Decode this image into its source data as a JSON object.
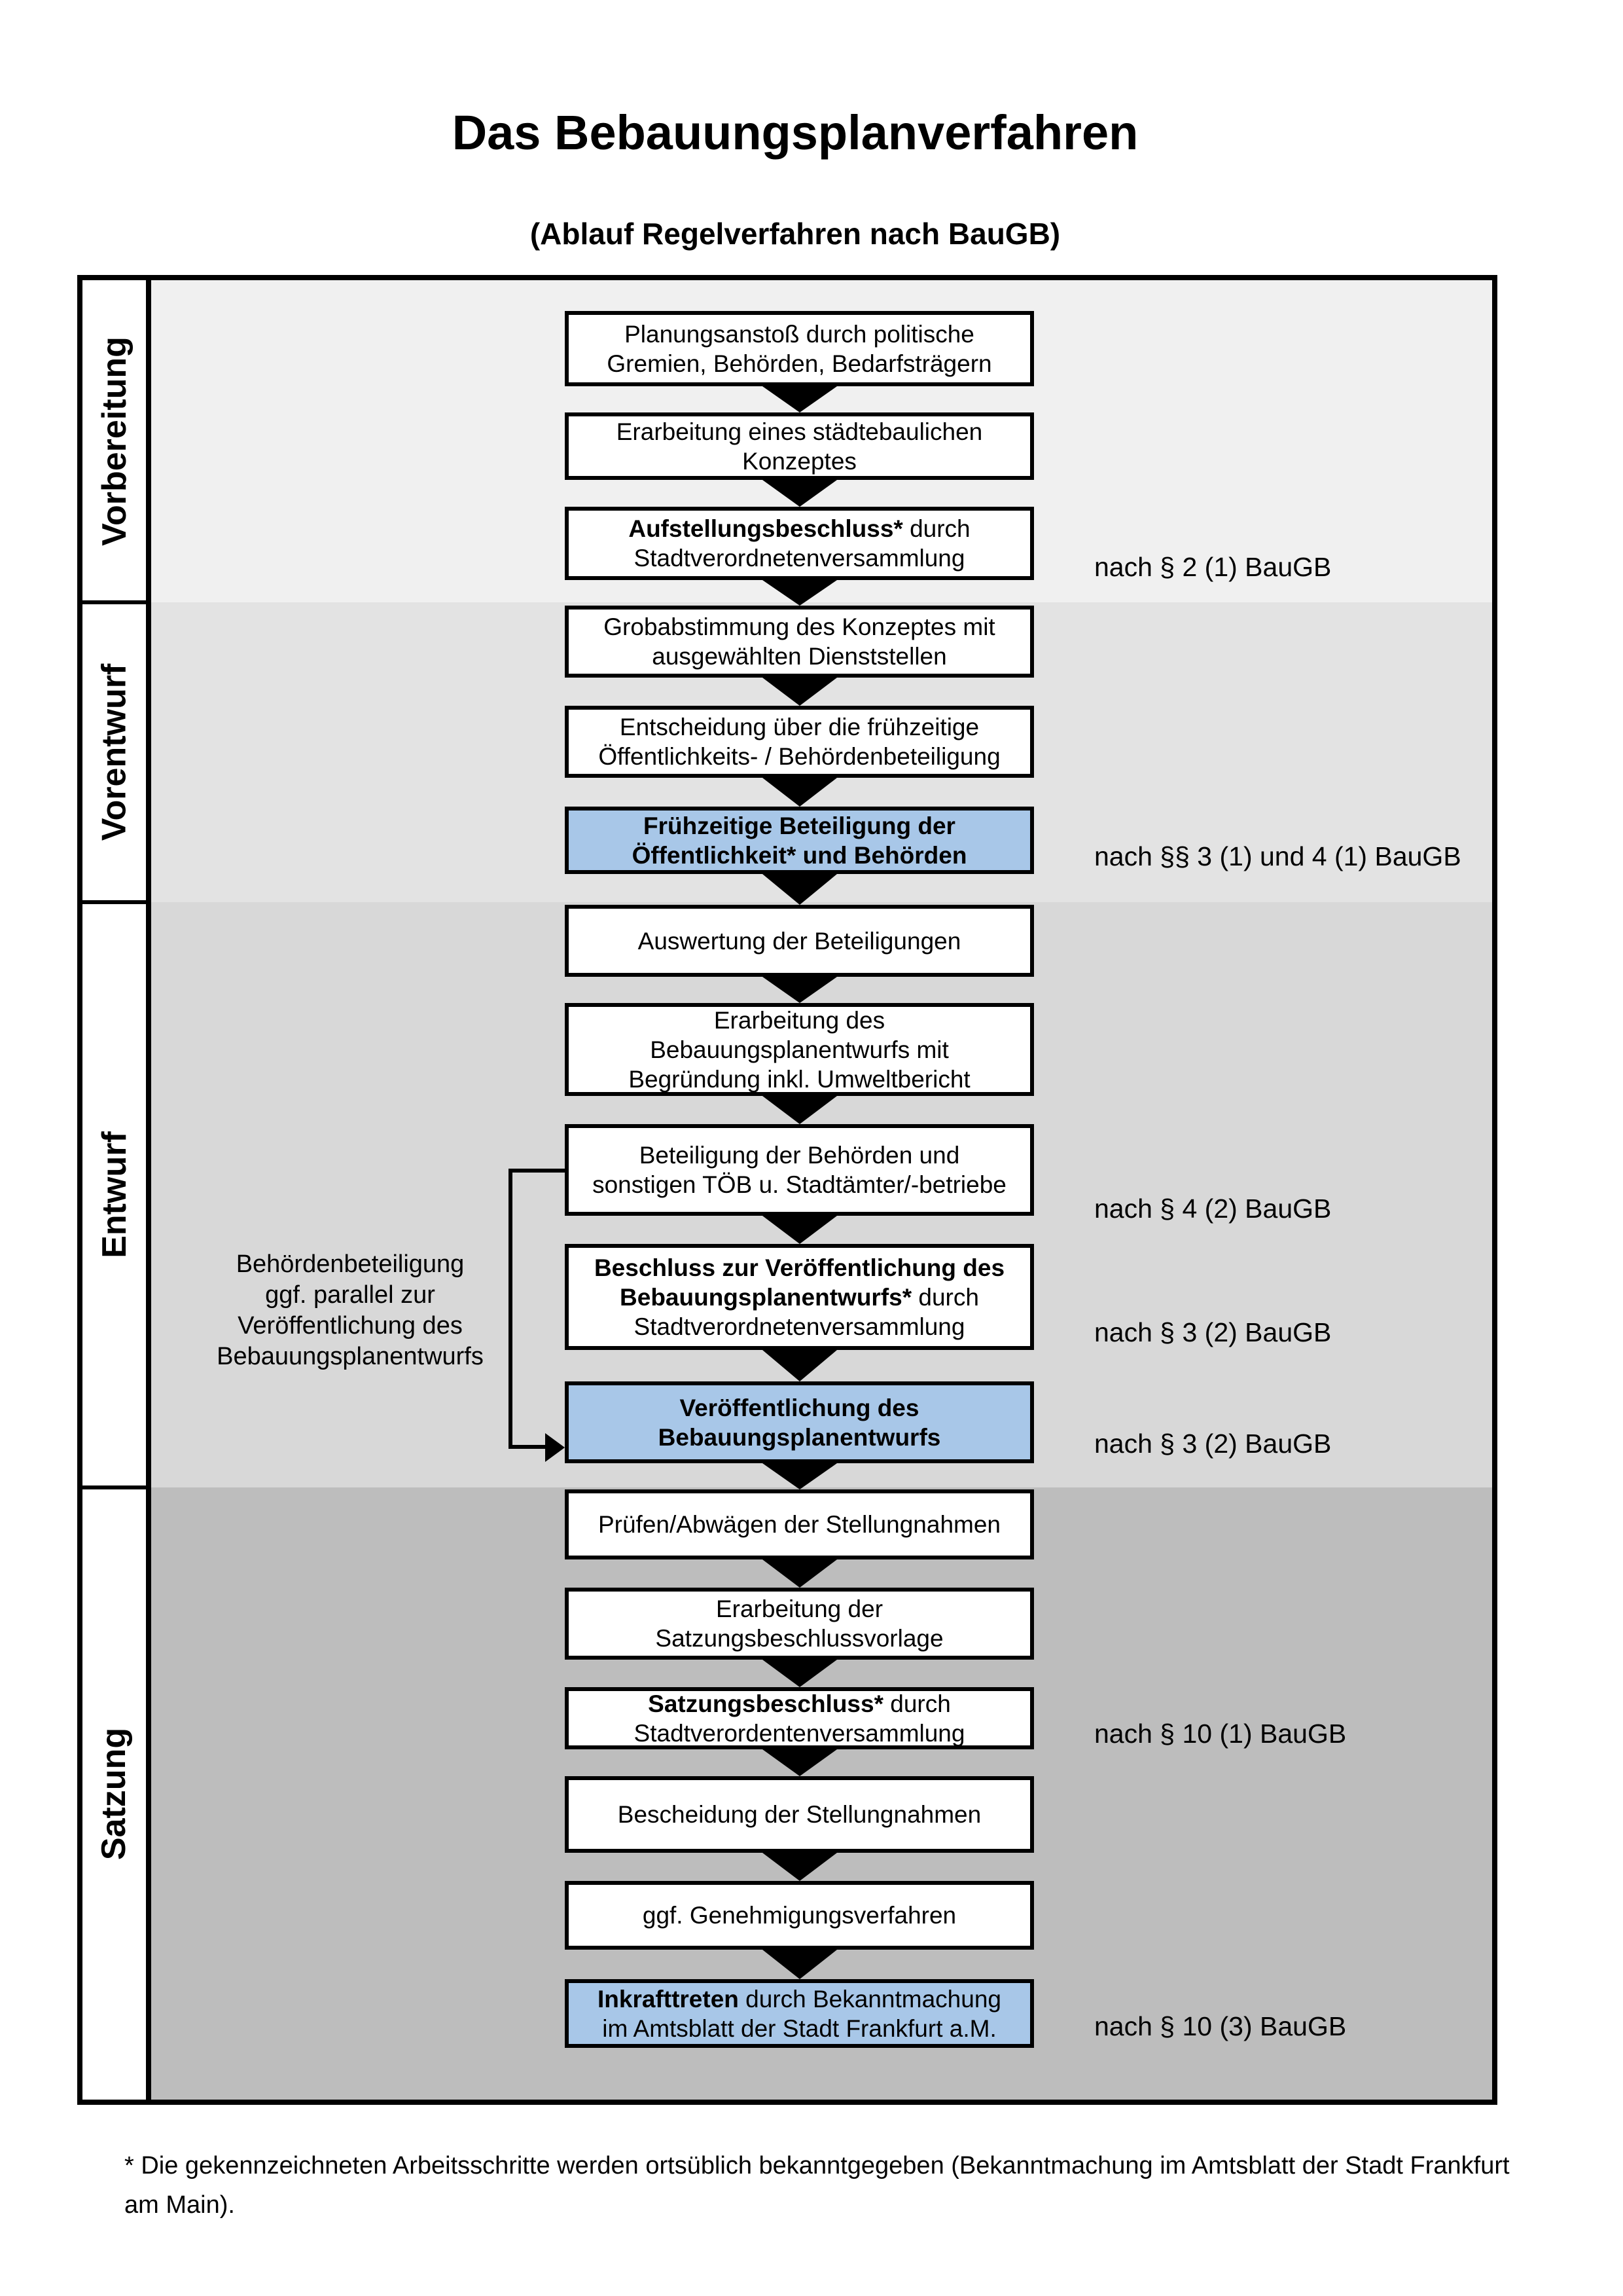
{
  "page": {
    "title": "Das Bebauungsplanverfahren",
    "subtitle": "(Ablauf Regelverfahren nach BauGB)",
    "footnote": "* Die gekennzeichneten Arbeitsschritte werden ortsüblich bekanntgegeben (Bekanntmachung im Amtsblatt der Stadt Frankfurt am Main)."
  },
  "colors": {
    "highlight_blue": "#a8c7e8",
    "phase1_bg": "#f0f0f0",
    "phase2_bg": "#e3e3e3",
    "phase3_bg": "#d8d8d8",
    "phase4_bg": "#bdbdbd",
    "line_black": "#000000"
  },
  "sidebar": {
    "sections": [
      {
        "label": "Vorbereitung"
      },
      {
        "label": "Vorentwurf"
      },
      {
        "label": "Entwurf"
      },
      {
        "label": "Satzung"
      }
    ]
  },
  "flow": {
    "steps": [
      {
        "fill": "white",
        "lines": [
          {
            "normal": "Planungsanstoß durch politische"
          },
          {
            "normal": "Gremien, Behörden, Bedarfsträgern"
          }
        ]
      },
      {
        "fill": "white",
        "lines": [
          {
            "normal": "Erarbeitung eines städtebaulichen"
          },
          {
            "normal": "Konzeptes"
          }
        ]
      },
      {
        "fill": "white",
        "lines": [
          {
            "bold": "Aufstellungsbeschluss*",
            "normal": " durch"
          },
          {
            "normal": "Stadtverordnetenversammlung"
          }
        ],
        "note": "nach § 2 (1) BauGB"
      },
      {
        "fill": "white",
        "lines": [
          {
            "normal": "Grobabstimmung des Konzeptes mit"
          },
          {
            "normal": "ausgewählten Dienststellen"
          }
        ]
      },
      {
        "fill": "white",
        "lines": [
          {
            "normal": "Entscheidung über die frühzeitige"
          },
          {
            "normal": "Öffentlichkeits- / Behördenbeteiligung"
          }
        ]
      },
      {
        "fill": "blue",
        "lines": [
          {
            "bold": "Frühzeitige Beteiligung der"
          },
          {
            "bold": "Öffentlichkeit* und Behörden"
          }
        ],
        "note": "nach §§ 3 (1) und 4 (1) BauGB"
      },
      {
        "fill": "white",
        "lines": [
          {
            "normal": "Auswertung der Beteiligungen"
          }
        ]
      },
      {
        "fill": "white",
        "lines": [
          {
            "normal": "Erarbeitung des"
          },
          {
            "normal": "Bebauungsplanentwurfs mit"
          },
          {
            "normal": "Begründung inkl. Umweltbericht"
          }
        ]
      },
      {
        "fill": "white",
        "lines": [
          {
            "normal": "Beteiligung der Behörden und"
          },
          {
            "normal": "sonstigen TÖB u. Stadtämter/-betriebe"
          }
        ],
        "note": "nach § 4 (2) BauGB"
      },
      {
        "fill": "white",
        "lines": [
          {
            "bold": "Beschluss zur Veröffentlichung des"
          },
          {
            "bold": "Bebauungsplanentwurfs*",
            "normal": " durch"
          },
          {
            "normal": "Stadtverordnetenversammlung"
          }
        ],
        "note": "nach § 3 (2) BauGB"
      },
      {
        "fill": "blue",
        "lines": [
          {
            "bold": "Veröffentlichung des"
          },
          {
            "bold": "Bebauungsplanentwurfs"
          }
        ],
        "note": "nach § 3 (2) BauGB"
      },
      {
        "fill": "white",
        "lines": [
          {
            "normal": "Prüfen/Abwägen der Stellungnahmen"
          }
        ]
      },
      {
        "fill": "white",
        "lines": [
          {
            "normal": "Erarbeitung der"
          },
          {
            "normal": "Satzungsbeschlussvorlage"
          }
        ]
      },
      {
        "fill": "white",
        "lines": [
          {
            "bold": "Satzungsbeschluss*",
            "normal": " durch"
          },
          {
            "normal": "Stadtverordentenversammlung"
          }
        ],
        "note": "nach § 10 (1) BauGB"
      },
      {
        "fill": "white",
        "lines": [
          {
            "normal": "Bescheidung der Stellungnahmen"
          }
        ]
      },
      {
        "fill": "white",
        "lines": [
          {
            "normal": "ggf. Genehmigungsverfahren"
          }
        ]
      },
      {
        "fill": "blue",
        "lines": [
          {
            "bold": "Inkrafttreten",
            "normal": " durch Bekanntmachung"
          },
          {
            "normal": "im Amtsblatt der Stadt Frankfurt a.M."
          }
        ],
        "note": "nach § 10 (3) BauGB"
      }
    ],
    "side_annotation": {
      "lines": [
        "Behördenbeteiligung",
        "ggf. parallel zur",
        "Veröffentlichung des",
        "Bebauungsplanentwurfs"
      ]
    }
  }
}
